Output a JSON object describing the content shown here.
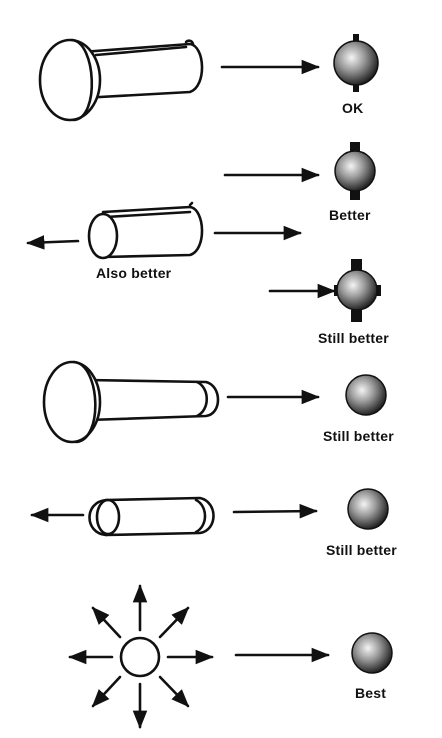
{
  "labels": {
    "ok": "OK",
    "better": "Better",
    "also_better": "Also better",
    "still_better_1": "Still better",
    "still_better_2": "Still better",
    "still_better_3": "Still better",
    "best": "Best"
  },
  "colors": {
    "ink": "#111111",
    "paper": "#ffffff",
    "ball_light": "#f2f2f2",
    "ball_dark": "#1a1a1a"
  }
}
